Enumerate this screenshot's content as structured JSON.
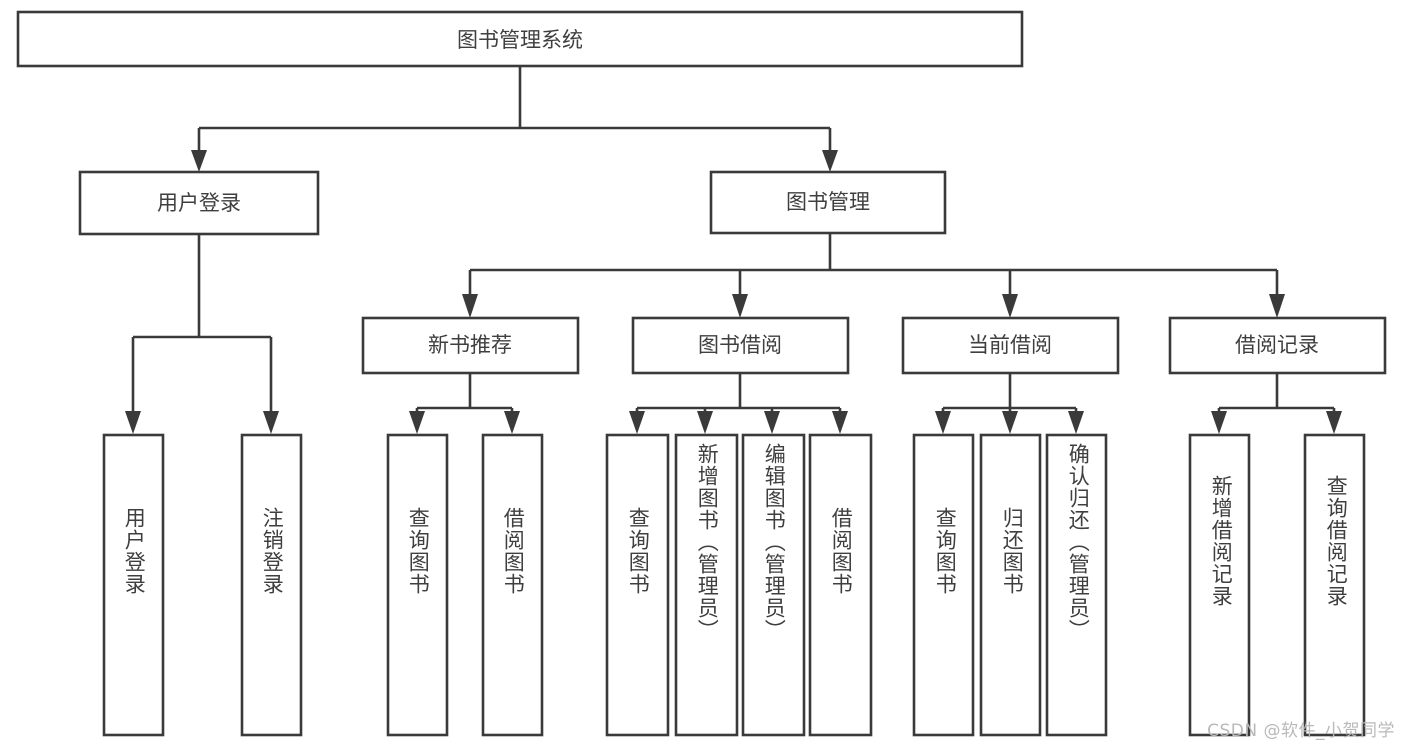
{
  "diagram": {
    "type": "tree-hierarchy",
    "title": "图书管理系统",
    "watermark": "CSDN @软件_小贺同学",
    "colors": {
      "stroke": "#3a3a3a",
      "text": "#3f3f3f",
      "background": "#ffffff",
      "watermark": "#b9b9b9"
    },
    "root": {
      "label": "图书管理系统"
    },
    "level2": [
      {
        "label": "用户登录"
      },
      {
        "label": "图书管理"
      }
    ],
    "level3": [
      {
        "label": "新书推荐"
      },
      {
        "label": "图书借阅"
      },
      {
        "label": "当前借阅"
      },
      {
        "label": "借阅记录"
      }
    ],
    "leaves": {
      "user_login": [
        {
          "label": "用户登录"
        },
        {
          "label": "注销登录"
        }
      ],
      "new_book_recommend": [
        {
          "label": "查询图书"
        },
        {
          "label": "借阅图书"
        }
      ],
      "book_borrow": [
        {
          "label": "查询图书"
        },
        {
          "label": "新增图书（管理员）"
        },
        {
          "label": "编辑图书（管理员）"
        },
        {
          "label": "借阅图书"
        }
      ],
      "current_borrow": [
        {
          "label": "查询图书"
        },
        {
          "label": "归还图书"
        },
        {
          "label": "确认归还（管理员）"
        }
      ],
      "borrow_record": [
        {
          "label": "新增借阅记录"
        },
        {
          "label": "查询借阅记录"
        }
      ]
    }
  }
}
